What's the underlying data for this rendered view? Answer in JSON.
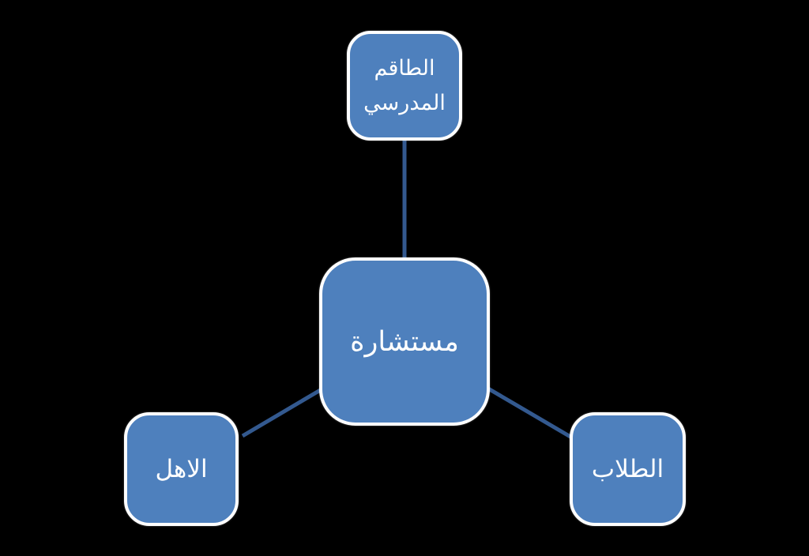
{
  "diagram": {
    "type": "radial-hierarchy",
    "colors": {
      "background": "#000000",
      "node_fill": "#4e80bd",
      "node_border": "#ffffff",
      "connector": "#33598f",
      "text": "#ffffff"
    },
    "nodes": {
      "center": {
        "label": "مستشارة"
      },
      "top": {
        "label": "الطاقم المدرسي"
      },
      "bottom_left": {
        "label": "الاهل"
      },
      "bottom_right": {
        "label": "الطلاب"
      }
    },
    "connections": [
      {
        "from": "center",
        "to": "top"
      },
      {
        "from": "center",
        "to": "bottom_left"
      },
      {
        "from": "center",
        "to": "bottom_right"
      }
    ]
  }
}
